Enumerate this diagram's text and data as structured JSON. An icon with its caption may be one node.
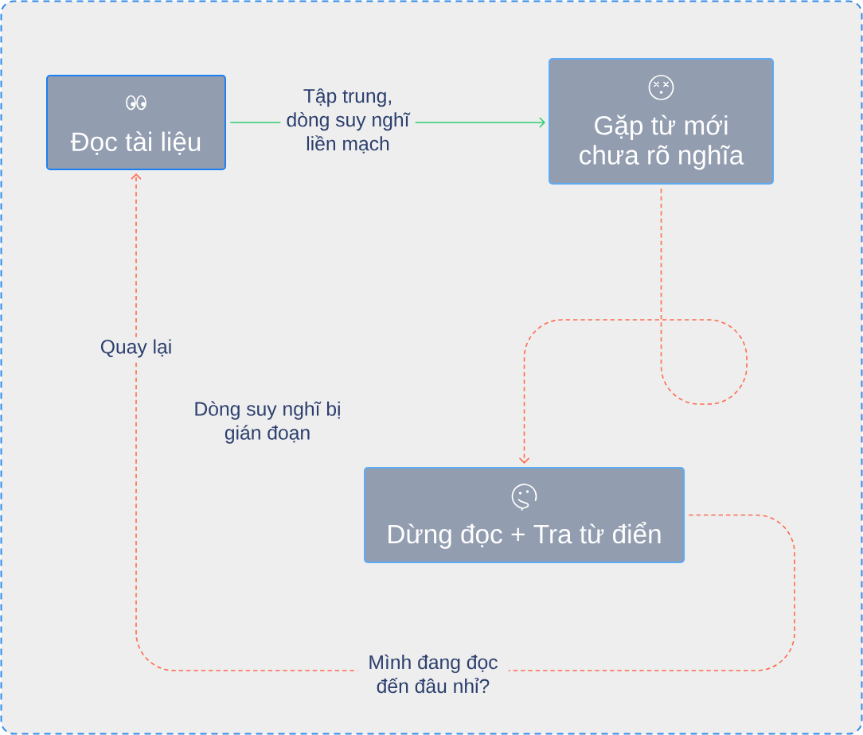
{
  "diagram": {
    "nodes": [
      {
        "text": [
          "Đọc tài liệu"
        ]
      },
      {
        "text": [
          "Gặp từ mới chưa rõ nghĩa"
        ]
      },
      {
        "text": [
          "Dừng đọc + Tra từ điển"
        ]
      }
    ],
    "edges": [
      {
        "from": 0,
        "to": 1,
        "arrow": "to",
        "label": "Tập trung, dòng suy nghĩ liền mạch",
        "color": "#2ecc71"
      },
      {
        "from": 1,
        "to": 2,
        "arrow": "to",
        "style": "dashed"
      },
      {
        "from": 2,
        "to": 0,
        "arrow": "to",
        "style": "dashed",
        "label": "Mình đang đọc đến đâu nhỉ?"
      }
    ],
    "labels": [
      "Quay lại",
      "Dòng suy nghĩ bị gián đoạn"
    ]
  }
}
